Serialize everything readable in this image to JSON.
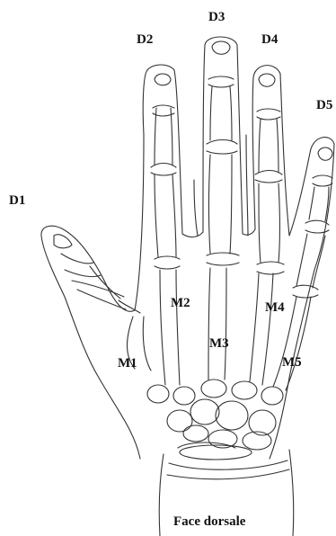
{
  "figure": {
    "stroke_color": "#333333",
    "background": "#ffffff",
    "labels": {
      "d1": "D1",
      "d2": "D2",
      "d3": "D3",
      "d4": "D4",
      "d5": "D5",
      "m1": "M1",
      "m2": "M2",
      "m3": "M3",
      "m4": "M4",
      "m5": "M5"
    },
    "caption": "Face dorsale"
  }
}
